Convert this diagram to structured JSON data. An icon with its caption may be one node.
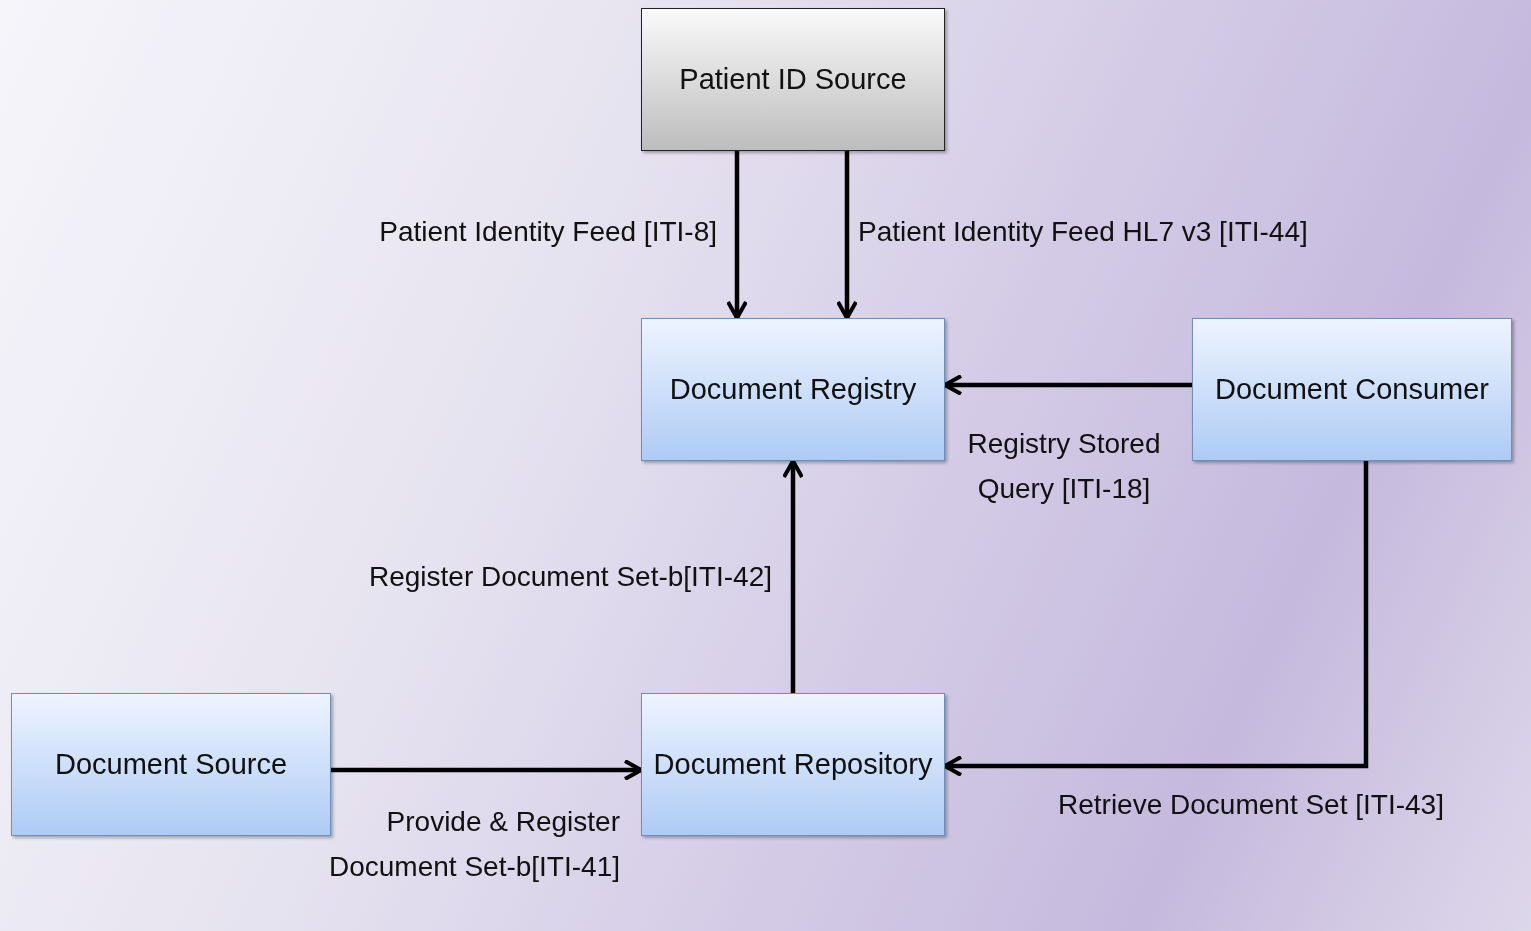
{
  "diagram": {
    "nodes": [
      {
        "text": [
          "Patient ID Source"
        ]
      },
      {
        "text": [
          "Document Registry"
        ]
      },
      {
        "text": [
          "Document Consumer"
        ]
      },
      {
        "text": [
          "Document Source"
        ]
      },
      {
        "text": [
          "Document Repository"
        ]
      }
    ],
    "edges": [
      {
        "from": 0,
        "to": 1,
        "arrow": "to",
        "label": "Patient Identity Feed [ITI-8]"
      },
      {
        "from": 0,
        "to": 1,
        "arrow": "to",
        "label": "Patient Identity Feed HL7 v3 [ITI-44]"
      },
      {
        "from": 2,
        "to": 1,
        "arrow": "to",
        "label": "Registry Stored Query [ITI-18]"
      },
      {
        "from": 4,
        "to": 1,
        "arrow": "to",
        "label": "Register Document Set-b[ITI-42]"
      },
      {
        "from": 3,
        "to": 4,
        "arrow": "to",
        "label": "Provide & Register Document Set-b[ITI-41]"
      },
      {
        "from": 2,
        "to": 4,
        "arrow": "to",
        "label": "Retrieve Document Set [ITI-43]"
      }
    ]
  }
}
